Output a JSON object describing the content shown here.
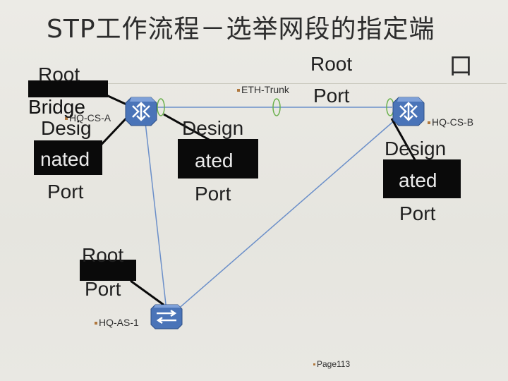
{
  "slide": {
    "title": "STP工作流程－选举网段的指定端",
    "title_tail": "口",
    "page": "Page113"
  },
  "devices": {
    "cs_a": "HQ-CS-A",
    "cs_b": "HQ-CS-B",
    "as_1": "HQ-AS-1"
  },
  "link_labels": {
    "trunk": "ETH-Trunk"
  },
  "port_labels": {
    "root_bridge": [
      "Root",
      "Bridge"
    ],
    "desig_a": [
      "Desig",
      "nated",
      "Port"
    ],
    "design_mid": [
      "Design",
      "ated",
      "Port"
    ],
    "root_port_top": [
      "Root",
      "Port"
    ],
    "design_b": [
      "Design",
      "ated",
      "Port"
    ],
    "root_port_as": [
      "Root",
      "Port"
    ]
  },
  "colors": {
    "link": "#6b8fc9",
    "label_box": "#0a0a0a",
    "bullet": "#b0783e",
    "port_dot": "#6ab04c"
  },
  "icons": [
    "router-icon",
    "router-icon",
    "switch-icon"
  ]
}
